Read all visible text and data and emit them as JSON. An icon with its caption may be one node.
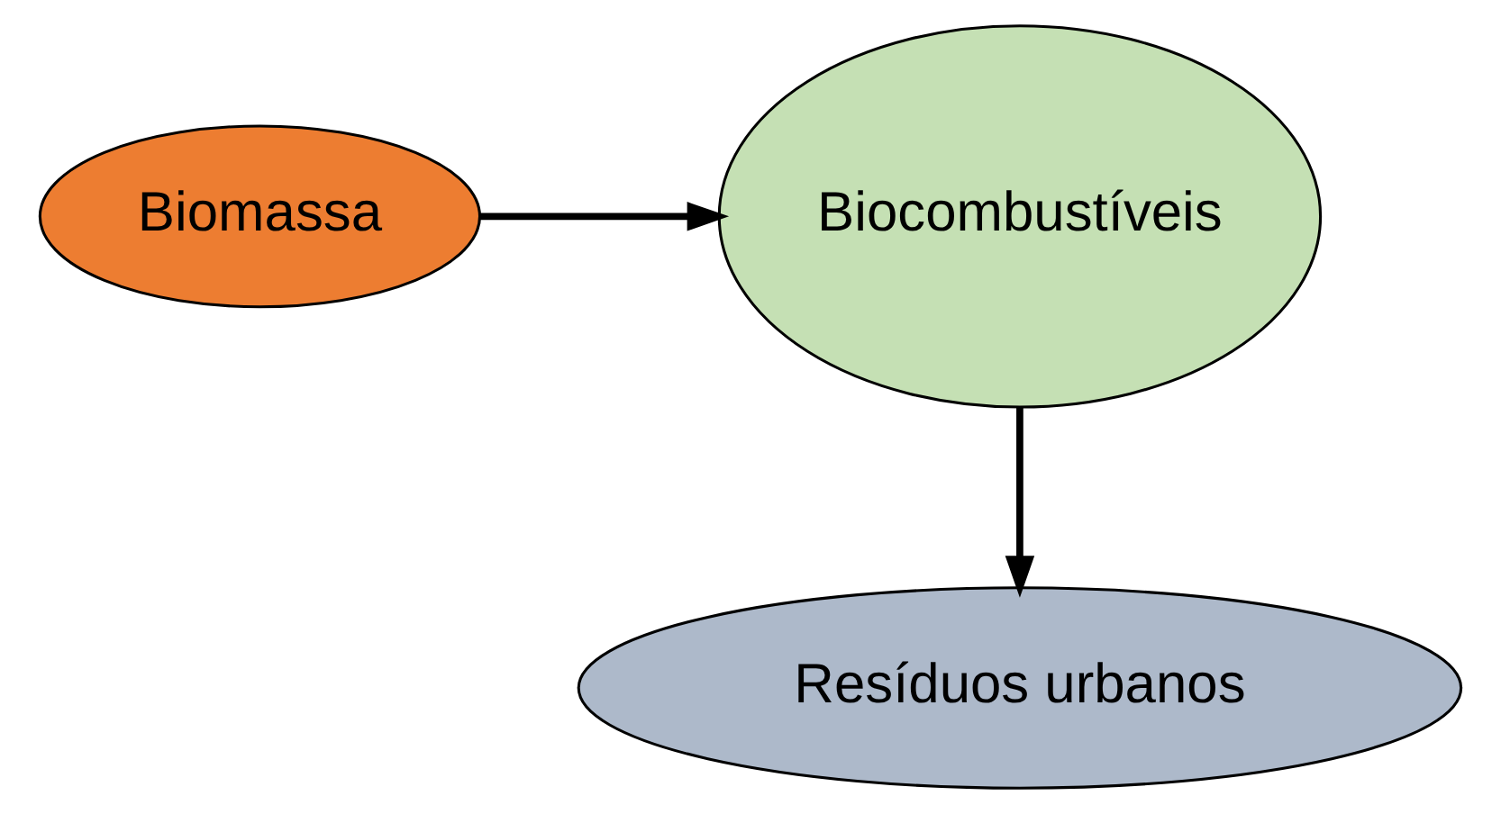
{
  "diagram": {
    "nodes": [
      {
        "text": [
          "Biomassa"
        ]
      },
      {
        "text": [
          "Biocombustíveis"
        ]
      },
      {
        "text": [
          "Resíduos urbanos"
        ]
      }
    ],
    "edges": [
      {
        "from": 0,
        "to": 1,
        "arrow": "to"
      },
      {
        "from": 1,
        "to": 2,
        "arrow": "to"
      }
    ]
  }
}
